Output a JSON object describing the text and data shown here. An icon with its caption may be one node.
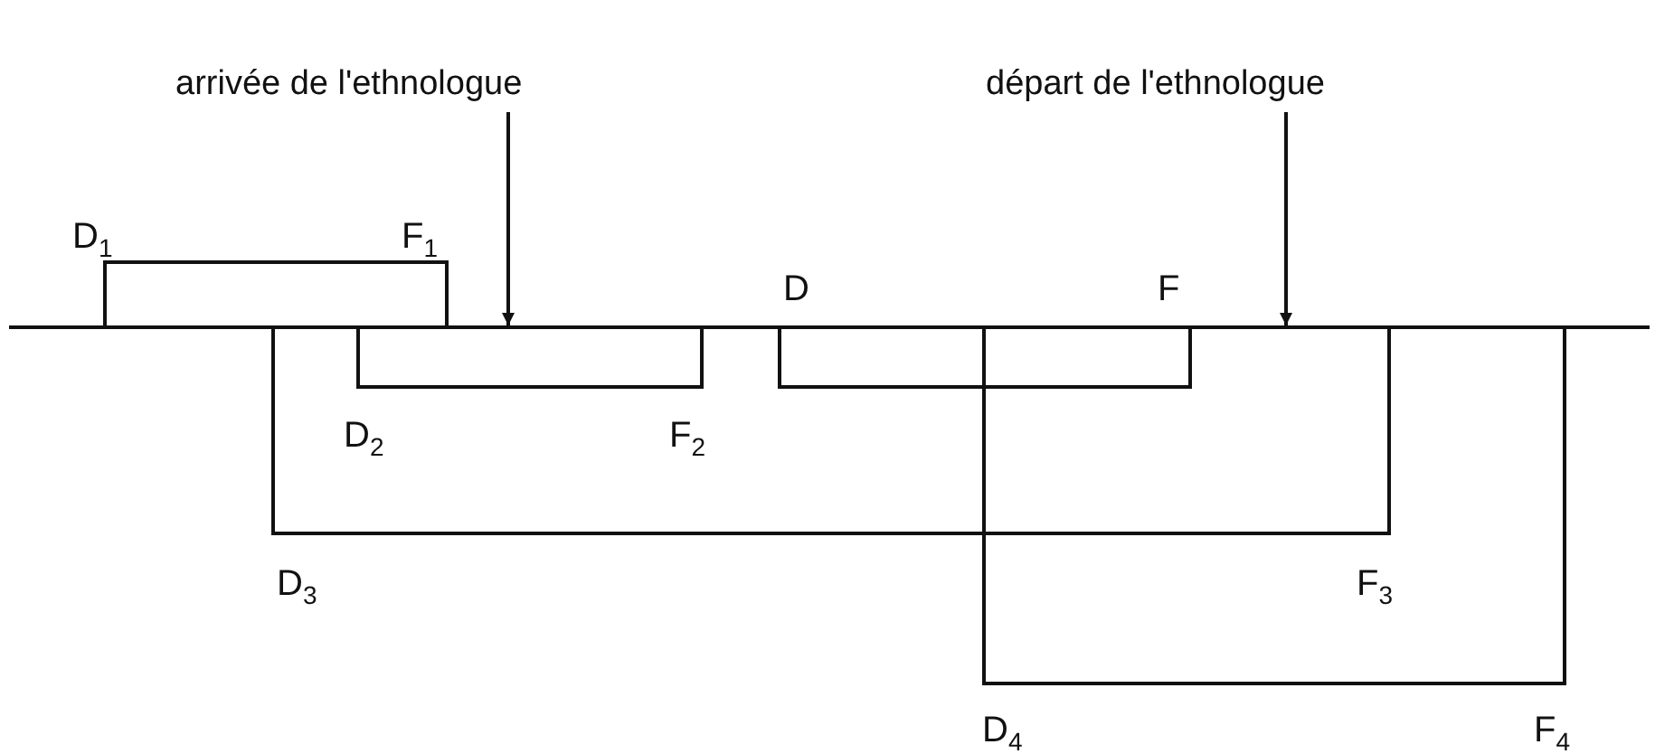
{
  "diagram": {
    "nodes": [
      {
        "text": [
          "arrivée de l'ethnologue"
        ]
      },
      {
        "text": [
          "départ de l'ethnologue"
        ]
      },
      {
        "text": [],
        "shape": "line"
      }
    ],
    "edges": [
      {
        "from": 0,
        "to": 2,
        "arrow": "to"
      },
      {
        "from": 1,
        "to": 2,
        "arrow": "to"
      }
    ],
    "labels": [
      "D$_{1}$",
      "F$_{1}$",
      "D",
      "F",
      "D$_{2}$",
      "F$_{2}$",
      "D$_{3}$",
      "F$_{3}$",
      "D$_{4}$",
      "F$_{4}$"
    ]
  }
}
